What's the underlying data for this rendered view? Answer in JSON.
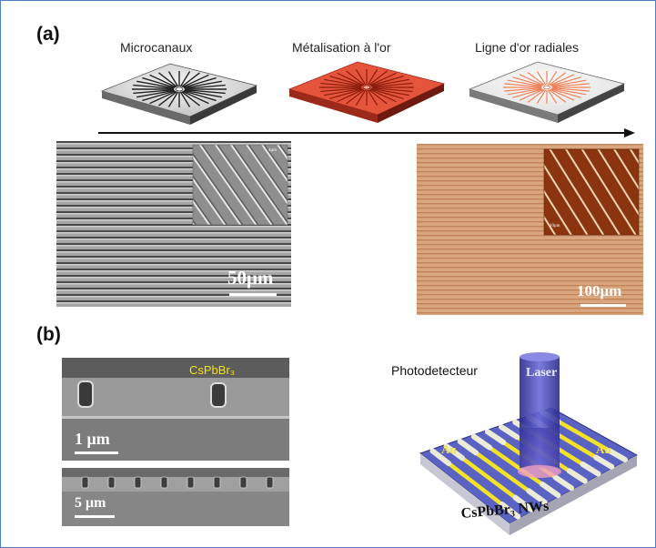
{
  "panels": {
    "a": {
      "label": "(a)",
      "steps": [
        {
          "label": "Microcanaux"
        },
        {
          "label": "Métalisation à l'or"
        },
        {
          "label": "Ligne d'or radiales"
        }
      ],
      "sem_left": {
        "scalebar": "50μm",
        "inset_scalebar": "4μm"
      },
      "sem_right": {
        "scalebar": "100μm",
        "inset_scalebar": "10μm"
      }
    },
    "b": {
      "label": "(b)",
      "sem_top": {
        "material": "CsPbBr₃",
        "scalebar": "1 μm"
      },
      "sem_bottom": {
        "scalebar": "5 μm"
      },
      "device": {
        "title": "Photodetecteur",
        "laser": "Laser",
        "electrode_left": "Au",
        "electrode_right": "Au",
        "nanowires": "CsPbBr₃ NWs"
      }
    }
  },
  "colors": {
    "frame_border": "#4f7fc4",
    "gold_metal": "#e24a33",
    "gold_line": "#f6e227",
    "laser": "#3a3aa8",
    "substrate": "#5a62c4"
  }
}
